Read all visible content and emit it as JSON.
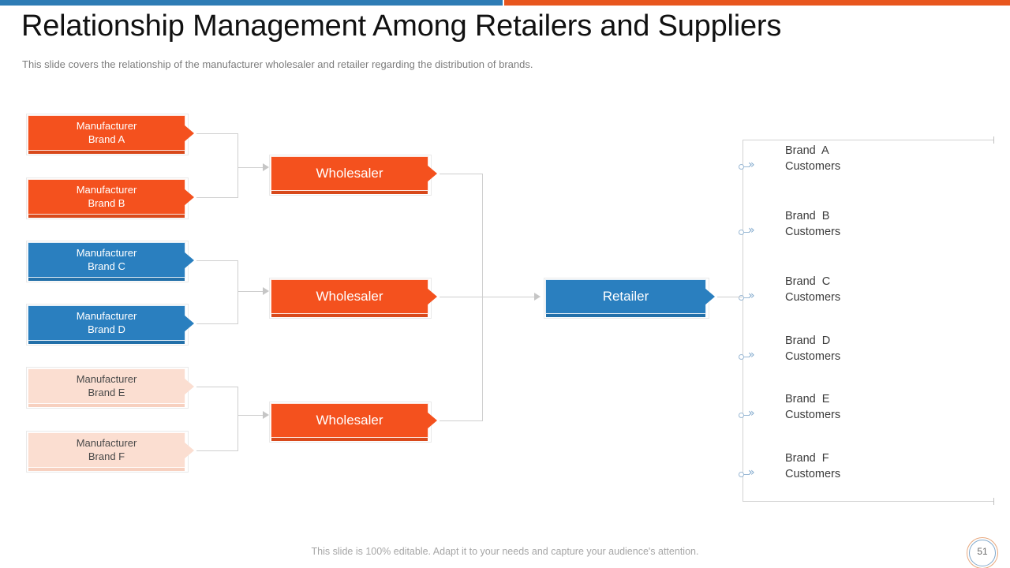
{
  "header": {
    "title": "Relationship Management Among Retailers and Suppliers",
    "subtitle": "This slide covers the relationship of the manufacturer wholesaler and retailer regarding the distribution of brands."
  },
  "theme": {
    "orange": "#f4511e",
    "blue": "#2a7fbf",
    "pink": "#fbded1",
    "bar_blue": "#2e7cb5",
    "bar_orange": "#e8561e",
    "line_gray": "#cfcfcf"
  },
  "diagram": {
    "manufacturers": [
      {
        "line1": "Manufacturer",
        "line2": "Brand A",
        "color": "orange"
      },
      {
        "line1": "Manufacturer",
        "line2": "Brand B",
        "color": "orange"
      },
      {
        "line1": "Manufacturer",
        "line2": "Brand C",
        "color": "blue"
      },
      {
        "line1": "Manufacturer",
        "line2": "Brand D",
        "color": "blue"
      },
      {
        "line1": "Manufacturer",
        "line2": "Brand E",
        "color": "pink"
      },
      {
        "line1": "Manufacturer",
        "line2": "Brand F",
        "color": "pink"
      }
    ],
    "wholesalers": [
      {
        "label": "Wholesaler"
      },
      {
        "label": "Wholesaler"
      },
      {
        "label": "Wholesaler"
      }
    ],
    "retailer": {
      "label": "Retailer"
    },
    "customers": [
      {
        "line1": "Brand  A",
        "line2": "Customers"
      },
      {
        "line1": "Brand  B",
        "line2": "Customers"
      },
      {
        "line1": "Brand  C",
        "line2": "Customers"
      },
      {
        "line1": "Brand  D",
        "line2": "Customers"
      },
      {
        "line1": "Brand  E",
        "line2": "Customers"
      },
      {
        "line1": "Brand  F",
        "line2": "Customers"
      }
    ]
  },
  "footer": {
    "note": "This slide is 100% editable. Adapt it to your needs and capture your audience's attention.",
    "page_number": "51"
  }
}
